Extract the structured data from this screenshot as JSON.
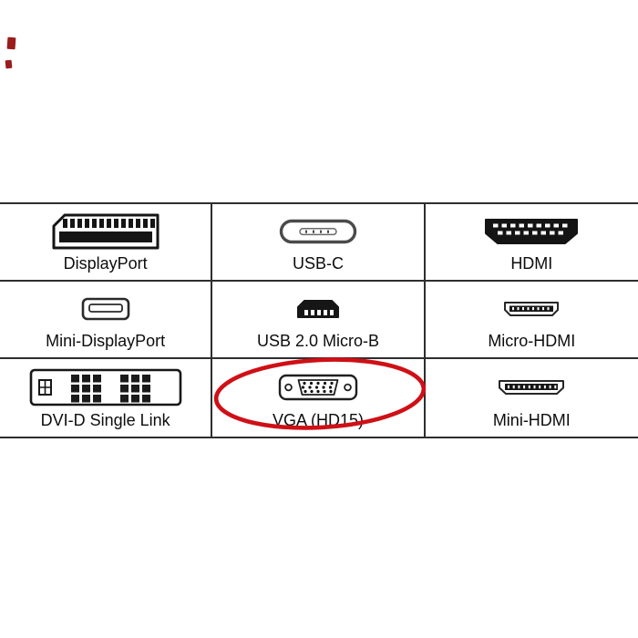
{
  "cells": [
    {
      "label": "DisplayPort",
      "icon": "displayport-connector-icon"
    },
    {
      "label": "USB-C",
      "icon": "usb-c-connector-icon"
    },
    {
      "label": "HDMI",
      "icon": "hdmi-connector-icon"
    },
    {
      "label": "Mini-DisplayPort",
      "icon": "mini-displayport-connector-icon"
    },
    {
      "label": "USB 2.0 Micro-B",
      "icon": "usb-micro-b-connector-icon"
    },
    {
      "label": "Micro-HDMI",
      "icon": "micro-hdmi-connector-icon"
    },
    {
      "label": "DVI-D Single Link",
      "icon": "dvi-d-connector-icon"
    },
    {
      "label": "VGA (HD15)",
      "icon": "vga-connector-icon",
      "highlighted": true
    },
    {
      "label": "Mini-HDMI",
      "icon": "mini-hdmi-connector-icon"
    }
  ],
  "highlight": {
    "label": "VGA (HD15)",
    "shape": "ellipse",
    "color": "#cf1016"
  },
  "colors": {
    "background": "#ffffff",
    "grid_border": "#2e2e2e",
    "text": "#0d0d0d",
    "connector_dark": "#151515",
    "artifact_red": "#9b1c1c"
  }
}
